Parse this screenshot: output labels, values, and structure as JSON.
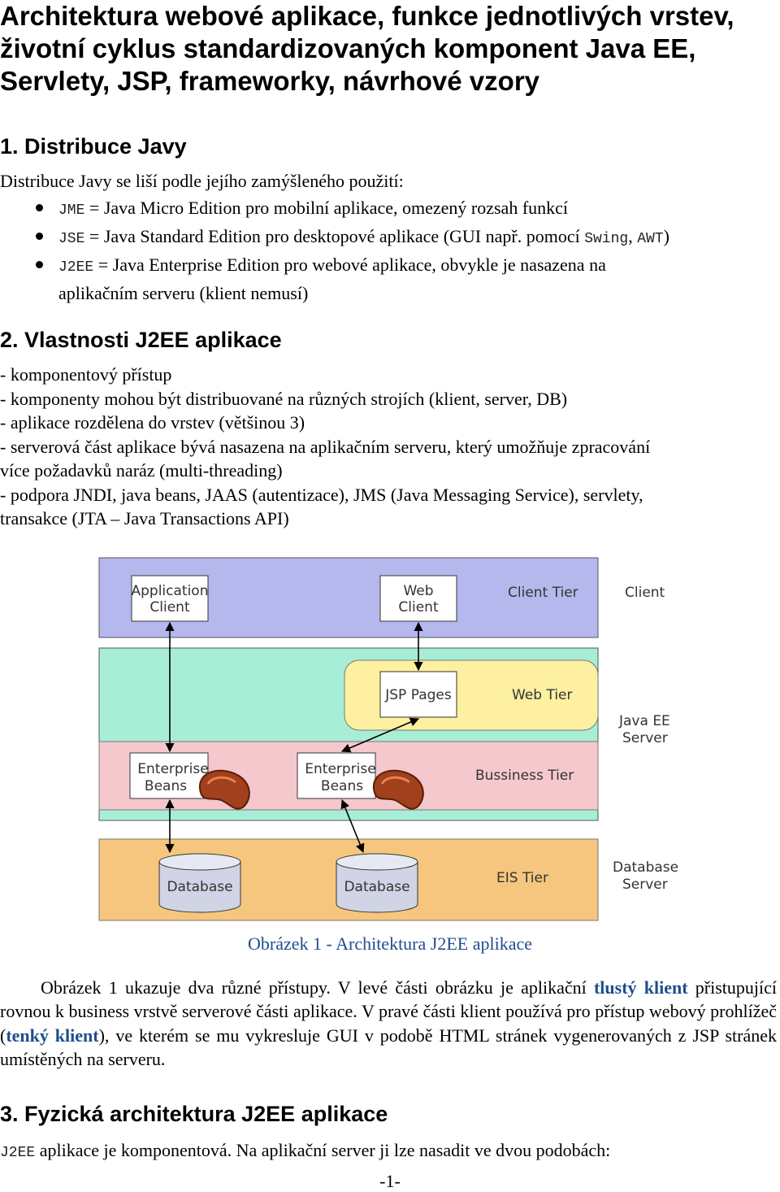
{
  "title": "Architektura webové aplikace, funkce jednotlivých vrstev, životní cyklus standardizovaných komponent Java EE, Servlety, JSP, frameworky, návrhové vzory",
  "section1": {
    "heading": "1.  Distribuce Javy",
    "intro": "Distribuce Javy se liší podle jejího zamýšleného použití:",
    "items": [
      {
        "code": "JME",
        "text": " = Java Micro Edition pro mobilní aplikace, omezený rozsah funkcí"
      },
      {
        "code": "JSE",
        "text": " = Java Standard Edition pro desktopové aplikace (GUI např. pomocí ",
        "code2": "Swing",
        "sep": ", ",
        "code3": "AWT",
        "tail": ")"
      },
      {
        "code": "J2EE",
        "text": " = Java Enterprise Edition pro webové aplikace, obvykle je nasazena na",
        "text2": "aplikačním serveru (klient nemusí)"
      }
    ]
  },
  "section2": {
    "heading": "2.  Vlastnosti J2EE aplikace",
    "lines": [
      "- komponentový přístup",
      "- komponenty mohou být distribuované na různých strojích (klient, server, DB)",
      "- aplikace rozdělena do vrstev (většinou 3)",
      "- serverová část aplikace bývá nasazena na aplikačním serveru, který umožňuje zpracování",
      "více požadavků naráz (multi-threading)",
      "- podpora JNDI, java beans, JAAS (autentizace), JMS (Java Messaging Service), servlety,",
      "transakce (JTA – Java Transactions API)"
    ]
  },
  "diagram": {
    "app_client": [
      "Application",
      "Client"
    ],
    "web_client": [
      "Web",
      "Client"
    ],
    "client_tier": "Client Tier",
    "client": "Client",
    "jsp_pages": "JSP Pages",
    "web_tier": "Web Tier",
    "java_ee_server": [
      "Java EE",
      "Server"
    ],
    "enterprise_beans": [
      "Enterprise",
      "Beans"
    ],
    "business_tier": "Bussiness Tier",
    "database": "Database",
    "eis_tier": "EIS Tier",
    "database_server": [
      "Database",
      "Server"
    ],
    "colors": {
      "client_bg": "#b4b8ec",
      "server_bg": "#a8eed6",
      "web_bg": "#fdf0a0",
      "business_bg": "#f4c8cc",
      "eis_bg": "#f6c67e"
    }
  },
  "caption": "Obrázek 1 - Architektura J2EE aplikace",
  "paragraph": {
    "p1": "Obrázek 1 ukazuje dva různé přístupy. V levé části obrázku je aplikační ",
    "b1": "tlustý klient",
    "p2": " přistupující rovnou k business vrstvě serverové části aplikace. V pravé části klient používá pro přístup webový prohlížeč (",
    "b2": "tenký klient",
    "p3": "), ve kterém se mu vykresluje GUI v podobě HTML stránek vygenerovaných z JSP stránek umístěných na serveru."
  },
  "section3": {
    "heading": "3.  Fyzická architektura J2EE aplikace",
    "code": "J2EE",
    "text": " aplikace je komponentová. Na aplikační server ji lze nasadit ve dvou podobách:"
  },
  "page_number": "-1-"
}
